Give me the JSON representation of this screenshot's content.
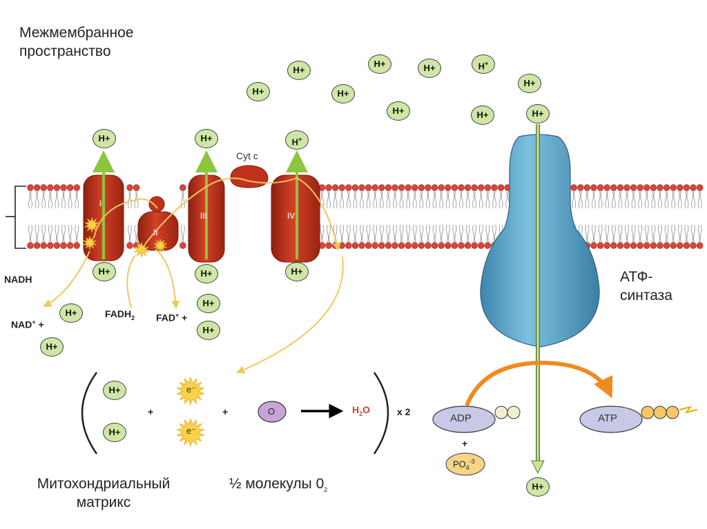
{
  "labels": {
    "intermembrane_line1": "Межмембранное",
    "intermembrane_line2": "пространство",
    "matrix_line1": "Митохондриальный",
    "matrix_line2": "матрикс",
    "oxygen_half": "½ молекулы 0",
    "oxygen_sub": "2",
    "atp_synthase_line1": "АТФ-",
    "atp_synthase_line2": "синтаза",
    "cyt_c": "Cyt c",
    "nadh": "NADH",
    "nad": "NAD",
    "nad_sup": "+",
    "plus": "+",
    "fadh": "FADH",
    "fadh_sub": "2",
    "fad": "FAD",
    "fad_sup": "+",
    "complex_1": "I",
    "complex_2": "II",
    "complex_3": "III",
    "complex_4": "IV",
    "proton": "H+",
    "proton_h": "H",
    "proton_sup": "+",
    "electron": "e⁻",
    "oxygen_atom": "O",
    "water_h": "H",
    "water_sub": "2",
    "water_o": "O",
    "times_two": "x 2",
    "adp": "ADP",
    "atp": "ATP",
    "phosphate": "PO",
    "phosphate_sub": "4",
    "phosphate_sup": "-3"
  },
  "colors": {
    "proton_fill": "#cfe7a6",
    "protein_red": "#c0321c",
    "atp_synthase_blue": "#5a9fc4",
    "lipid_head": "#d9463a",
    "arrow_green": "#8cc63f",
    "arrow_yellow": "#f2c75c",
    "arrow_orange": "#f08a1f",
    "water_text": "#d8402c",
    "adp_fill": "#c7c9e6"
  }
}
